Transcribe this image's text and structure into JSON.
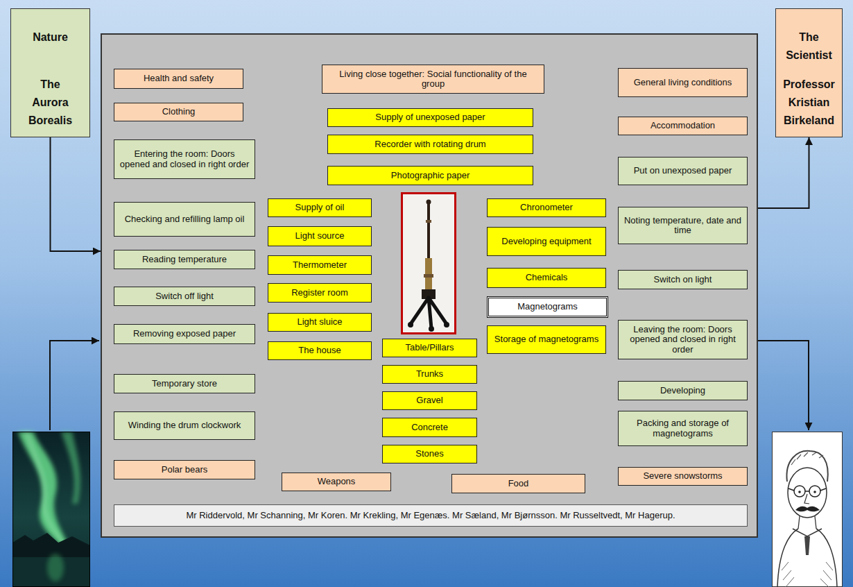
{
  "diagram": {
    "nodes": [
      {
        "text": [
          "Nature",
          "The Aurora Borealis"
        ]
      },
      {
        "text": [
          "The Scientist",
          "Professor Kristian Birkeland"
        ]
      },
      {
        "text": []
      },
      {
        "text": [
          "Health and safety"
        ],
        "in": 2
      },
      {
        "text": [
          "Living close together: Social functionality of the group"
        ],
        "in": 2
      },
      {
        "text": [
          "General living conditions"
        ],
        "in": 2
      },
      {
        "text": [
          "Clothing"
        ],
        "in": 2
      },
      {
        "text": [
          "Supply of unexposed paper"
        ],
        "in": 2
      },
      {
        "text": [
          "Accommodation"
        ],
        "in": 2
      },
      {
        "text": [
          "Entering the room: Doors opened and closed in right order"
        ],
        "in": 2
      },
      {
        "text": [
          "Recorder with rotating drum"
        ],
        "in": 2
      },
      {
        "text": [
          "Put on unexposed paper"
        ],
        "in": 2
      },
      {
        "text": [
          "Photographic paper"
        ],
        "in": 2
      },
      {
        "text": [
          "Checking and refilling lamp oil"
        ],
        "in": 2
      },
      {
        "text": [
          "Supply of oil"
        ],
        "in": 2
      },
      {
        "text": [
          "Chronometer"
        ],
        "in": 2
      },
      {
        "text": [
          "Noting temperature, date and time"
        ],
        "in": 2
      },
      {
        "text": [
          "Light source"
        ],
        "in": 2
      },
      {
        "text": [
          "Developing equipment"
        ],
        "in": 2
      },
      {
        "text": [
          "Reading temperature"
        ],
        "in": 2
      },
      {
        "text": [
          "Thermometer"
        ],
        "in": 2
      },
      {
        "text": [
          "Chemicals"
        ],
        "in": 2
      },
      {
        "text": [
          "Switch on light"
        ],
        "in": 2
      },
      {
        "text": [
          "Register room"
        ],
        "in": 2
      },
      {
        "text": [
          "Switch off light"
        ],
        "in": 2
      },
      {
        "text": [
          "Magnetograms"
        ],
        "in": 2
      },
      {
        "text": [
          "Light sluice"
        ],
        "in": 2
      },
      {
        "text": [
          "Removing exposed paper"
        ],
        "in": 2
      },
      {
        "text": [
          "Storage of magnetograms"
        ],
        "in": 2
      },
      {
        "text": [
          "The house"
        ],
        "in": 2
      },
      {
        "text": [
          "Leaving the room: Doors opened and closed in right order"
        ],
        "in": 2
      },
      {
        "text": [
          "Table/Pillars"
        ],
        "in": 2
      },
      {
        "text": [
          "Trunks"
        ],
        "in": 2
      },
      {
        "text": [
          "Temporary store"
        ],
        "in": 2
      },
      {
        "text": [
          "Developing"
        ],
        "in": 2
      },
      {
        "text": [
          "Gravel"
        ],
        "in": 2
      },
      {
        "text": [
          "Winding the drum clockwork"
        ],
        "in": 2
      },
      {
        "text": [
          "Packing and storage of magnetograms"
        ],
        "in": 2
      },
      {
        "text": [
          "Concrete"
        ],
        "in": 2
      },
      {
        "text": [
          "Stones"
        ],
        "in": 2
      },
      {
        "text": [
          "Polar bears"
        ],
        "in": 2
      },
      {
        "text": [
          "Weapons"
        ],
        "in": 2
      },
      {
        "text": [
          "Food"
        ],
        "in": 2
      },
      {
        "text": [
          "Severe snowstorms"
        ],
        "in": 2
      },
      {
        "text": [
          "Mr Riddervold, Mr Schanning, Mr Koren. Mr Krekling, Mr Egenæs. Mr Sæland, Mr Bjørnsson. Mr Russeltvedt, Mr Hagerup."
        ],
        "in": 2
      }
    ],
    "edges": [
      {
        "from": 0,
        "to": 2,
        "arrow": "to"
      },
      {
        "from": 2,
        "to": 1,
        "arrow": "to"
      }
    ]
  }
}
